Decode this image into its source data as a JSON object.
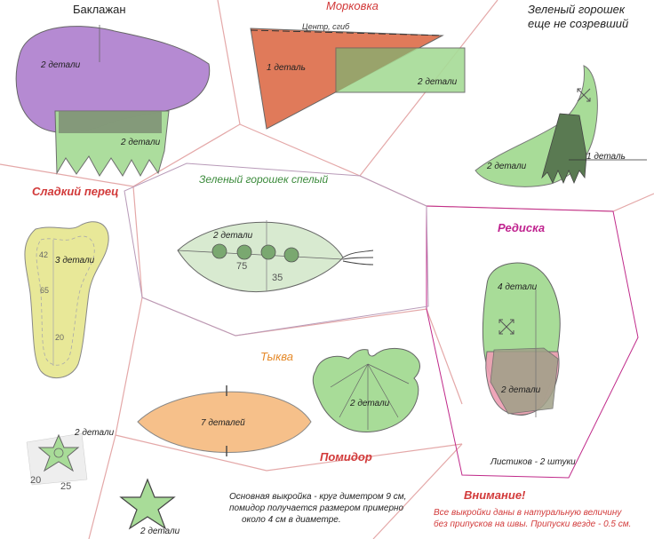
{
  "titles": {
    "eggplant": "Баклажан",
    "carrot": "Морковка",
    "green_peas_unripe_line1": "Зеленый горошек",
    "green_peas_unripe_line2": "еще не созревший",
    "sweet_pepper": "Сладкий перец",
    "green_peas_ripe": "Зеленый горошек спелый",
    "radish": "Редиска",
    "pumpkin": "Тыква",
    "tomato": "Помидор",
    "attention": "Внимание!"
  },
  "labels": {
    "eggplant_body": "2 детали",
    "eggplant_cap": "2 детали",
    "carrot_body": "1 деталь",
    "carrot_top": "2 детали",
    "carrot_fold": "Центр, сгиб",
    "peas_unripe_pod": "2 детали",
    "peas_unripe_cap": "1 деталь",
    "pepper_body": "3 детали",
    "pepper_star": "2 детали",
    "peas_ripe_pod": "2 детали",
    "radish_body": "4 детали",
    "radish_top": "2 детали",
    "radish_leaves": "Листиков - 2 штуки",
    "pumpkin_slice": "7 деталей",
    "pumpkin_leaf": "2 детали",
    "tomato_star": "2 детали"
  },
  "dimensions": {
    "pepper_top": "42",
    "pepper_mid": "65",
    "pepper_bottom": "20",
    "star_a": "20",
    "star_b": "25",
    "peas_length": "75",
    "peas_height": "35"
  },
  "notes": {
    "tomato_line1": "Основная выкройка - круг диметром 9 см,",
    "tomato_line2": "помидор получается размером примерно",
    "tomato_line3": "около 4 см в диаметре.",
    "attention_line1": "Все выкройки даны в натуральную величину",
    "attention_line2": "без припусков на швы. Припуски везде - 0.5 см."
  },
  "colors": {
    "eggplant": "#b58ad2",
    "green": "#a8dc98",
    "green_dark": "#5a7a52",
    "carrot": "#e07a5a",
    "pepper": "#e8e898",
    "pumpkin": "#f6c08a",
    "radish_pink": "#ee9fb4",
    "peas_pod": "#d8ead0",
    "divider": "#e4a8a8",
    "divider_magenta": "#c02a8a"
  }
}
